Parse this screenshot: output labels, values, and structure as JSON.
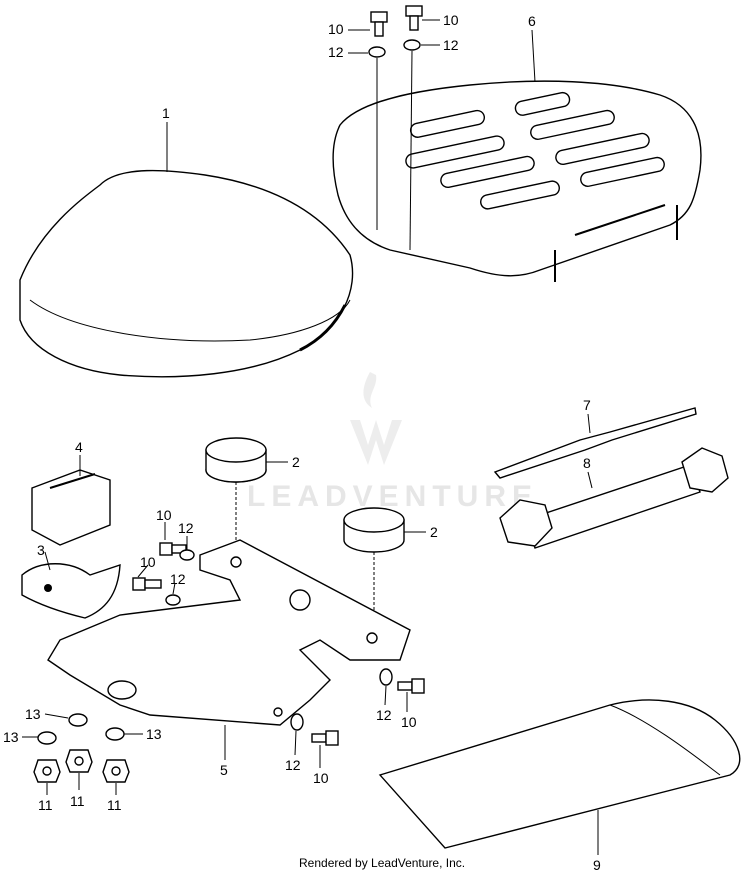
{
  "watermark": "LEADVENTURE",
  "footer": "Rendered by LeadVenture, Inc.",
  "parts": {
    "seat": "1",
    "rubber_mount_a": "2",
    "rubber_mount_b": "2",
    "bracket_clip": "3",
    "rubber_block": "4",
    "seat_hinge_bracket": "5",
    "luggage_rack": "6",
    "screwdriver": "7",
    "box_wrench": "8",
    "tool_bag": "9",
    "bolt_10_a": "10",
    "bolt_10_b": "10",
    "bolt_10_c": "10",
    "bolt_10_d": "10",
    "bolt_10_e": "10",
    "bolt_10_f": "10",
    "nut_11_a": "11",
    "nut_11_b": "11",
    "nut_11_c": "11",
    "washer_12_a": "12",
    "washer_12_b": "12",
    "washer_12_c": "12",
    "washer_12_d": "12",
    "washer_12_e": "12",
    "washer_12_f": "12",
    "washer_13_a": "13",
    "washer_13_b": "13",
    "washer_13_c": "13"
  }
}
